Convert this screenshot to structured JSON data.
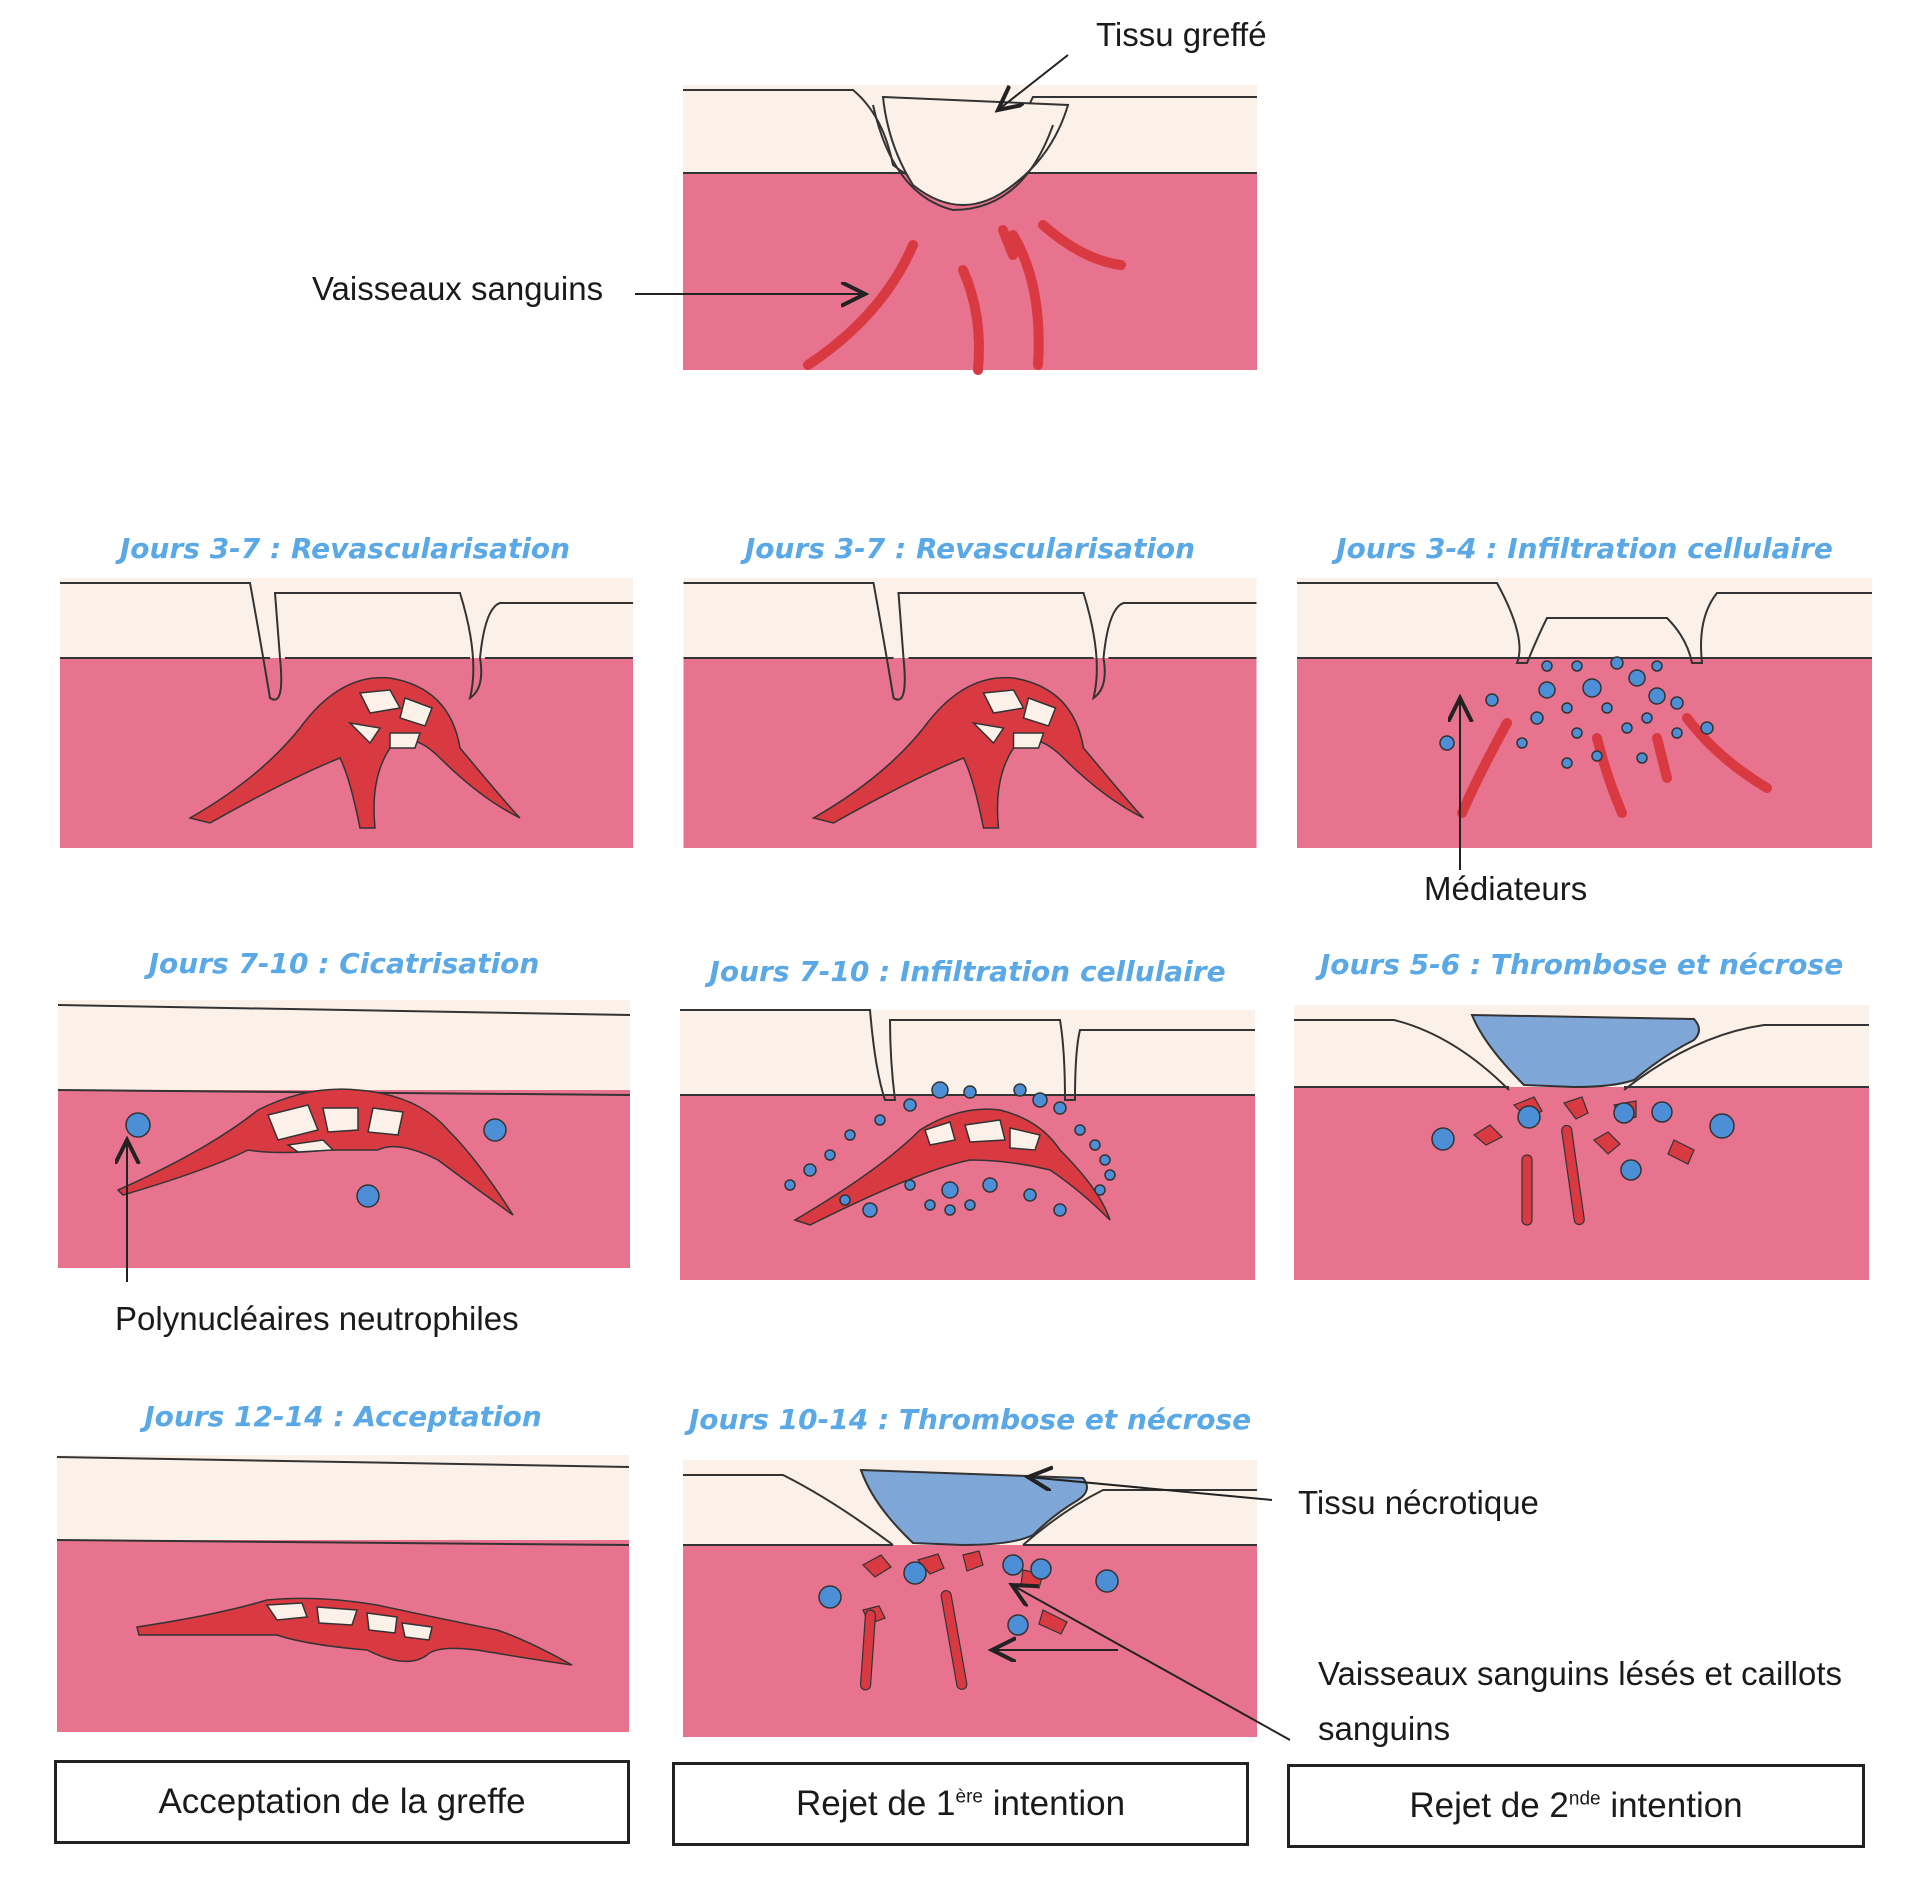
{
  "labels": {
    "graft_tissue": "Tissu greffé",
    "blood_vessels": "Vaisseaux sanguins",
    "mediators": "Médiateurs",
    "neutrophils": "Polynucléaires neutrophiles",
    "necrotic_tissue": "Tissu nécrotique",
    "damaged_vessels_line1": "Vaisseaux sanguins lésés et caillots",
    "damaged_vessels_line2": "sanguins"
  },
  "panels": {
    "acc_1": {
      "title": "Jours 3-7 : Revascularisation"
    },
    "acc_2": {
      "title": "Jours 7-10 : Cicatrisation"
    },
    "acc_3": {
      "title": "Jours 12-14 : Acceptation"
    },
    "first_1": {
      "title": "Jours 3-7 : Revascularisation"
    },
    "first_2": {
      "title": "Jours 7-10 : Infiltration cellulaire"
    },
    "first_3": {
      "title": "Jours 10-14 : Thrombose et nécrose"
    },
    "second_1": {
      "title": "Jours 3-4 : Infiltration cellulaire"
    },
    "second_2": {
      "title": "Jours 5-6 : Thrombose et nécrose"
    }
  },
  "columns": {
    "acceptance": "Acceptation de la greffe",
    "first_set": {
      "prefix": "Rejet de 1",
      "sup": "ère",
      "suffix": " intention"
    },
    "second_set": {
      "prefix": "Rejet de 2",
      "sup": "nde",
      "suffix": " intention"
    }
  },
  "colors": {
    "title_blue": "#5aa9e6",
    "tissue_pink": "#e8738f",
    "epidermis_cream": "#fbf1e9",
    "vessel_red": "#e0484e",
    "cell_blue": "#4d8fd6",
    "necrosis_blue": "#7ea6d6"
  }
}
